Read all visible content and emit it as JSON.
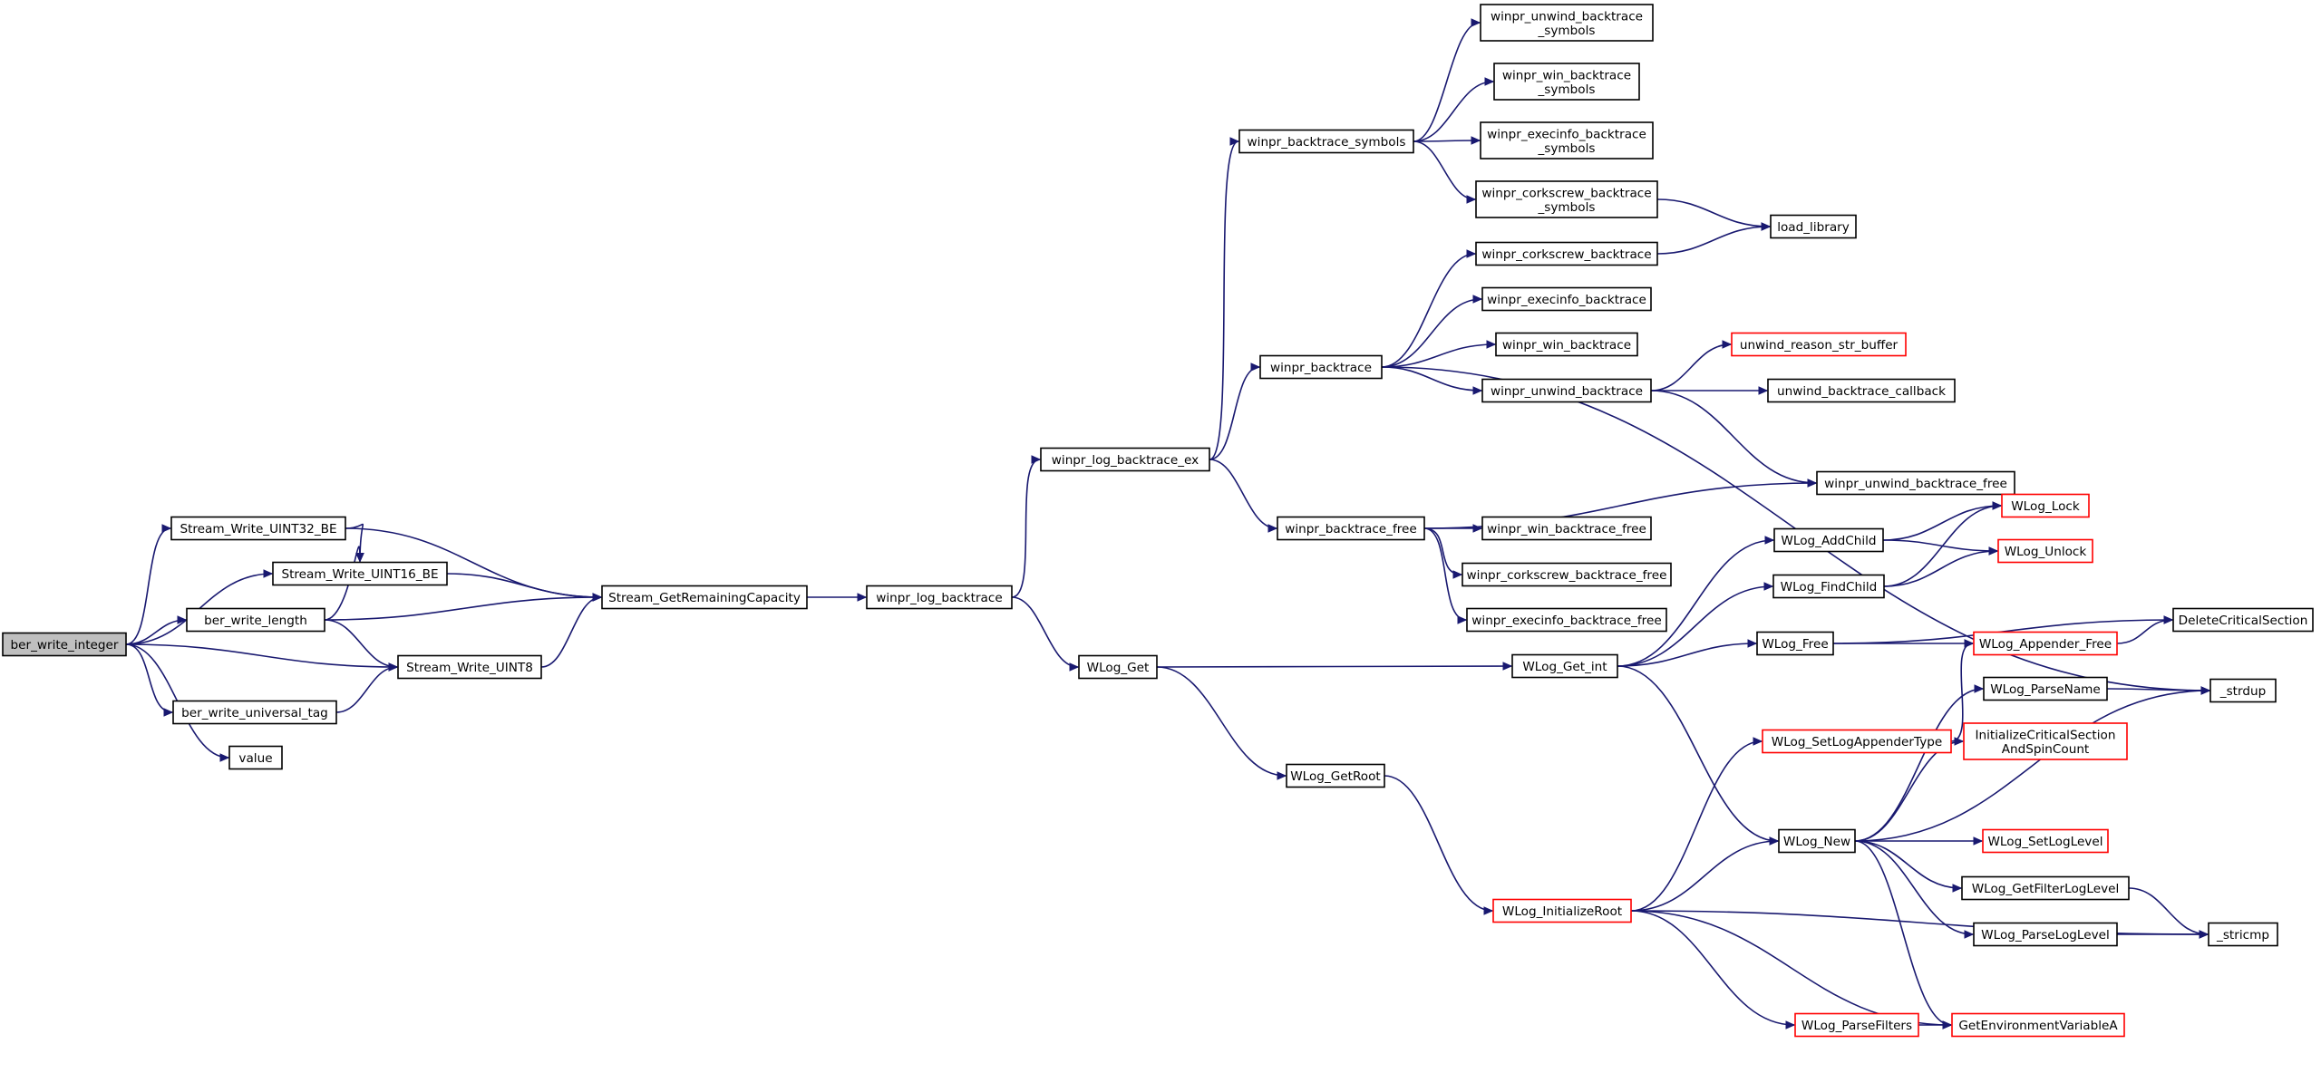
{
  "diagram": {
    "kind": "call-graph",
    "colors": {
      "edge": "#191970",
      "node_border": "#000000",
      "node_border_truncated": "#ff0000",
      "node_fill": "#ffffff",
      "root_fill": "#bfbfbf"
    },
    "nodes": [
      {
        "id": "ber_write_integer",
        "lines": [
          "ber_write_integer"
        ],
        "style": "root"
      },
      {
        "id": "Stream_Write_UINT32_BE",
        "lines": [
          "Stream_Write_UINT32_BE"
        ],
        "style": "normal"
      },
      {
        "id": "Stream_Write_UINT16_BE",
        "lines": [
          "Stream_Write_UINT16_BE"
        ],
        "style": "normal"
      },
      {
        "id": "ber_write_length",
        "lines": [
          "ber_write_length"
        ],
        "style": "normal"
      },
      {
        "id": "Stream_Write_UINT8",
        "lines": [
          "Stream_Write_UINT8"
        ],
        "style": "normal"
      },
      {
        "id": "ber_write_universal_tag",
        "lines": [
          "ber_write_universal_tag"
        ],
        "style": "normal"
      },
      {
        "id": "value",
        "lines": [
          "value"
        ],
        "style": "normal"
      },
      {
        "id": "Stream_GetRemainingCapacity",
        "lines": [
          "Stream_GetRemainingCapacity"
        ],
        "style": "normal"
      },
      {
        "id": "winpr_log_backtrace",
        "lines": [
          "winpr_log_backtrace"
        ],
        "style": "normal"
      },
      {
        "id": "winpr_log_backtrace_ex",
        "lines": [
          "winpr_log_backtrace_ex"
        ],
        "style": "normal"
      },
      {
        "id": "WLog_Get",
        "lines": [
          "WLog_Get"
        ],
        "style": "normal"
      },
      {
        "id": "winpr_backtrace_symbols",
        "lines": [
          "winpr_backtrace_symbols"
        ],
        "style": "normal"
      },
      {
        "id": "winpr_backtrace",
        "lines": [
          "winpr_backtrace"
        ],
        "style": "normal"
      },
      {
        "id": "winpr_backtrace_free",
        "lines": [
          "winpr_backtrace_free"
        ],
        "style": "normal"
      },
      {
        "id": "WLog_GetRoot",
        "lines": [
          "WLog_GetRoot"
        ],
        "style": "normal"
      },
      {
        "id": "winpr_unwind_backtrace_symbols",
        "lines": [
          "winpr_unwind_backtrace",
          "_symbols"
        ],
        "style": "normal"
      },
      {
        "id": "winpr_win_backtrace_symbols",
        "lines": [
          "winpr_win_backtrace",
          "_symbols"
        ],
        "style": "normal"
      },
      {
        "id": "winpr_execinfo_backtrace_symbols",
        "lines": [
          "winpr_execinfo_backtrace",
          "_symbols"
        ],
        "style": "normal"
      },
      {
        "id": "winpr_corkscrew_backtrace_symbols",
        "lines": [
          "winpr_corkscrew_backtrace",
          "_symbols"
        ],
        "style": "normal"
      },
      {
        "id": "winpr_corkscrew_backtrace",
        "lines": [
          "winpr_corkscrew_backtrace"
        ],
        "style": "normal"
      },
      {
        "id": "winpr_execinfo_backtrace",
        "lines": [
          "winpr_execinfo_backtrace"
        ],
        "style": "normal"
      },
      {
        "id": "winpr_win_backtrace",
        "lines": [
          "winpr_win_backtrace"
        ],
        "style": "normal"
      },
      {
        "id": "winpr_unwind_backtrace",
        "lines": [
          "winpr_unwind_backtrace"
        ],
        "style": "normal"
      },
      {
        "id": "winpr_unwind_backtrace_free",
        "lines": [
          "winpr_unwind_backtrace_free"
        ],
        "style": "normal"
      },
      {
        "id": "winpr_win_backtrace_free",
        "lines": [
          "winpr_win_backtrace_free"
        ],
        "style": "normal"
      },
      {
        "id": "winpr_corkscrew_backtrace_free",
        "lines": [
          "winpr_corkscrew_backtrace_free"
        ],
        "style": "normal"
      },
      {
        "id": "winpr_execinfo_backtrace_free",
        "lines": [
          "winpr_execinfo_backtrace_free"
        ],
        "style": "normal"
      },
      {
        "id": "WLog_Get_int",
        "lines": [
          "WLog_Get_int"
        ],
        "style": "normal"
      },
      {
        "id": "WLog_InitializeRoot",
        "lines": [
          "WLog_InitializeRoot"
        ],
        "style": "truncated"
      },
      {
        "id": "load_library",
        "lines": [
          "load_library"
        ],
        "style": "normal"
      },
      {
        "id": "unwind_reason_str_buffer",
        "lines": [
          "unwind_reason_str_buffer"
        ],
        "style": "truncated"
      },
      {
        "id": "unwind_backtrace_callback",
        "lines": [
          "unwind_backtrace_callback"
        ],
        "style": "normal"
      },
      {
        "id": "WLog_AddChild",
        "lines": [
          "WLog_AddChild"
        ],
        "style": "normal"
      },
      {
        "id": "WLog_FindChild",
        "lines": [
          "WLog_FindChild"
        ],
        "style": "normal"
      },
      {
        "id": "WLog_Free",
        "lines": [
          "WLog_Free"
        ],
        "style": "normal"
      },
      {
        "id": "WLog_SetLogAppenderType",
        "lines": [
          "WLog_SetLogAppenderType"
        ],
        "style": "truncated"
      },
      {
        "id": "WLog_New",
        "lines": [
          "WLog_New"
        ],
        "style": "normal"
      },
      {
        "id": "WLog_ParseFilters",
        "lines": [
          "WLog_ParseFilters"
        ],
        "style": "truncated"
      },
      {
        "id": "WLog_Lock",
        "lines": [
          "WLog_Lock"
        ],
        "style": "truncated"
      },
      {
        "id": "WLog_Unlock",
        "lines": [
          "WLog_Unlock"
        ],
        "style": "truncated"
      },
      {
        "id": "WLog_Appender_Free",
        "lines": [
          "WLog_Appender_Free"
        ],
        "style": "truncated"
      },
      {
        "id": "WLog_ParseName",
        "lines": [
          "WLog_ParseName"
        ],
        "style": "normal"
      },
      {
        "id": "InitializeCriticalSectionAndSpinCount",
        "lines": [
          "InitializeCriticalSection",
          "AndSpinCount"
        ],
        "style": "truncated"
      },
      {
        "id": "WLog_SetLogLevel",
        "lines": [
          "WLog_SetLogLevel"
        ],
        "style": "truncated"
      },
      {
        "id": "WLog_GetFilterLogLevel",
        "lines": [
          "WLog_GetFilterLogLevel"
        ],
        "style": "normal"
      },
      {
        "id": "WLog_ParseLogLevel",
        "lines": [
          "WLog_ParseLogLevel"
        ],
        "style": "normal"
      },
      {
        "id": "GetEnvironmentVariableA",
        "lines": [
          "GetEnvironmentVariableA"
        ],
        "style": "truncated"
      },
      {
        "id": "DeleteCriticalSection",
        "lines": [
          "DeleteCriticalSection"
        ],
        "style": "normal"
      },
      {
        "id": "_strdup",
        "lines": [
          "_strdup"
        ],
        "style": "normal"
      },
      {
        "id": "_stricmp",
        "lines": [
          "_stricmp"
        ],
        "style": "normal"
      }
    ],
    "edges": [
      [
        "ber_write_integer",
        "Stream_Write_UINT32_BE"
      ],
      [
        "ber_write_integer",
        "Stream_Write_UINT16_BE"
      ],
      [
        "ber_write_integer",
        "ber_write_length"
      ],
      [
        "ber_write_integer",
        "Stream_Write_UINT8"
      ],
      [
        "ber_write_integer",
        "ber_write_universal_tag"
      ],
      [
        "ber_write_integer",
        "value"
      ],
      [
        "Stream_Write_UINT32_BE",
        "Stream_Write_UINT16_BE"
      ],
      [
        "Stream_Write_UINT32_BE",
        "Stream_GetRemainingCapacity"
      ],
      [
        "Stream_Write_UINT16_BE",
        "Stream_GetRemainingCapacity"
      ],
      [
        "ber_write_length",
        "Stream_Write_UINT16_BE"
      ],
      [
        "ber_write_length",
        "Stream_GetRemainingCapacity"
      ],
      [
        "ber_write_length",
        "Stream_Write_UINT8"
      ],
      [
        "ber_write_universal_tag",
        "Stream_Write_UINT8"
      ],
      [
        "Stream_Write_UINT8",
        "Stream_GetRemainingCapacity"
      ],
      [
        "Stream_GetRemainingCapacity",
        "winpr_log_backtrace"
      ],
      [
        "winpr_log_backtrace",
        "winpr_log_backtrace_ex"
      ],
      [
        "winpr_log_backtrace",
        "WLog_Get"
      ],
      [
        "winpr_log_backtrace_ex",
        "winpr_backtrace_symbols"
      ],
      [
        "winpr_log_backtrace_ex",
        "winpr_backtrace"
      ],
      [
        "winpr_log_backtrace_ex",
        "winpr_backtrace_free"
      ],
      [
        "winpr_backtrace_symbols",
        "winpr_unwind_backtrace_symbols"
      ],
      [
        "winpr_backtrace_symbols",
        "winpr_win_backtrace_symbols"
      ],
      [
        "winpr_backtrace_symbols",
        "winpr_execinfo_backtrace_symbols"
      ],
      [
        "winpr_backtrace_symbols",
        "winpr_corkscrew_backtrace_symbols"
      ],
      [
        "winpr_corkscrew_backtrace_symbols",
        "load_library"
      ],
      [
        "winpr_corkscrew_backtrace",
        "load_library"
      ],
      [
        "winpr_backtrace",
        "winpr_corkscrew_backtrace"
      ],
      [
        "winpr_backtrace",
        "winpr_execinfo_backtrace"
      ],
      [
        "winpr_backtrace",
        "winpr_win_backtrace"
      ],
      [
        "winpr_backtrace",
        "winpr_unwind_backtrace"
      ],
      [
        "winpr_backtrace",
        "_strdup"
      ],
      [
        "winpr_unwind_backtrace",
        "unwind_reason_str_buffer"
      ],
      [
        "winpr_unwind_backtrace",
        "unwind_backtrace_callback"
      ],
      [
        "winpr_unwind_backtrace",
        "winpr_unwind_backtrace_free"
      ],
      [
        "winpr_backtrace_free",
        "winpr_unwind_backtrace_free"
      ],
      [
        "winpr_backtrace_free",
        "winpr_win_backtrace_free"
      ],
      [
        "winpr_backtrace_free",
        "winpr_corkscrew_backtrace_free"
      ],
      [
        "winpr_backtrace_free",
        "winpr_execinfo_backtrace_free"
      ],
      [
        "WLog_Get",
        "WLog_Get_int"
      ],
      [
        "WLog_Get",
        "WLog_GetRoot"
      ],
      [
        "WLog_GetRoot",
        "WLog_InitializeRoot"
      ],
      [
        "WLog_Get_int",
        "WLog_AddChild"
      ],
      [
        "WLog_Get_int",
        "WLog_FindChild"
      ],
      [
        "WLog_Get_int",
        "WLog_Free"
      ],
      [
        "WLog_Get_int",
        "WLog_New"
      ],
      [
        "WLog_AddChild",
        "WLog_Lock"
      ],
      [
        "WLog_AddChild",
        "WLog_Unlock"
      ],
      [
        "WLog_FindChild",
        "WLog_Lock"
      ],
      [
        "WLog_FindChild",
        "WLog_Unlock"
      ],
      [
        "WLog_Free",
        "DeleteCriticalSection"
      ],
      [
        "WLog_Free",
        "WLog_Appender_Free"
      ],
      [
        "WLog_Appender_Free",
        "DeleteCriticalSection"
      ],
      [
        "WLog_SetLogAppenderType",
        "WLog_Appender_Free"
      ],
      [
        "WLog_InitializeRoot",
        "WLog_SetLogAppenderType"
      ],
      [
        "WLog_InitializeRoot",
        "WLog_New"
      ],
      [
        "WLog_InitializeRoot",
        "_stricmp"
      ],
      [
        "WLog_InitializeRoot",
        "WLog_ParseFilters"
      ],
      [
        "WLog_InitializeRoot",
        "GetEnvironmentVariableA"
      ],
      [
        "WLog_New",
        "WLog_ParseName"
      ],
      [
        "WLog_New",
        "InitializeCriticalSectionAndSpinCount"
      ],
      [
        "WLog_New",
        "_strdup"
      ],
      [
        "WLog_New",
        "WLog_SetLogLevel"
      ],
      [
        "WLog_New",
        "WLog_GetFilterLogLevel"
      ],
      [
        "WLog_New",
        "WLog_ParseLogLevel"
      ],
      [
        "WLog_New",
        "GetEnvironmentVariableA"
      ],
      [
        "WLog_ParseName",
        "_strdup"
      ],
      [
        "WLog_GetFilterLogLevel",
        "_stricmp"
      ],
      [
        "WLog_ParseLogLevel",
        "_stricmp"
      ],
      [
        "WLog_ParseFilters",
        "GetEnvironmentVariableA"
      ]
    ]
  }
}
